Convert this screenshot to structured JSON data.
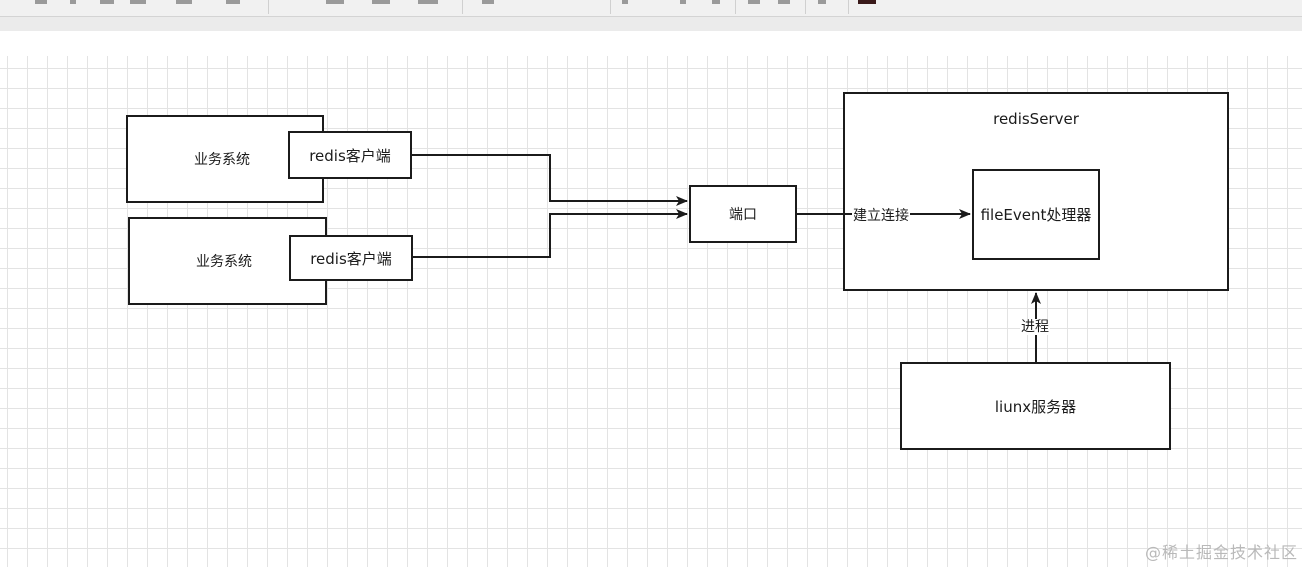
{
  "diagram": {
    "nodes": {
      "biz1": "业务系统",
      "client1": "redis客户端",
      "biz2": "业务系统",
      "client2": "redis客户端",
      "port": "端口",
      "server": "redisServer",
      "file_event": "fileEvent处理器",
      "linux": "liunx服务器"
    },
    "edge_labels": {
      "connect": "建立连接",
      "process": "进程"
    }
  },
  "watermark": "@稀土掘金技术社区"
}
